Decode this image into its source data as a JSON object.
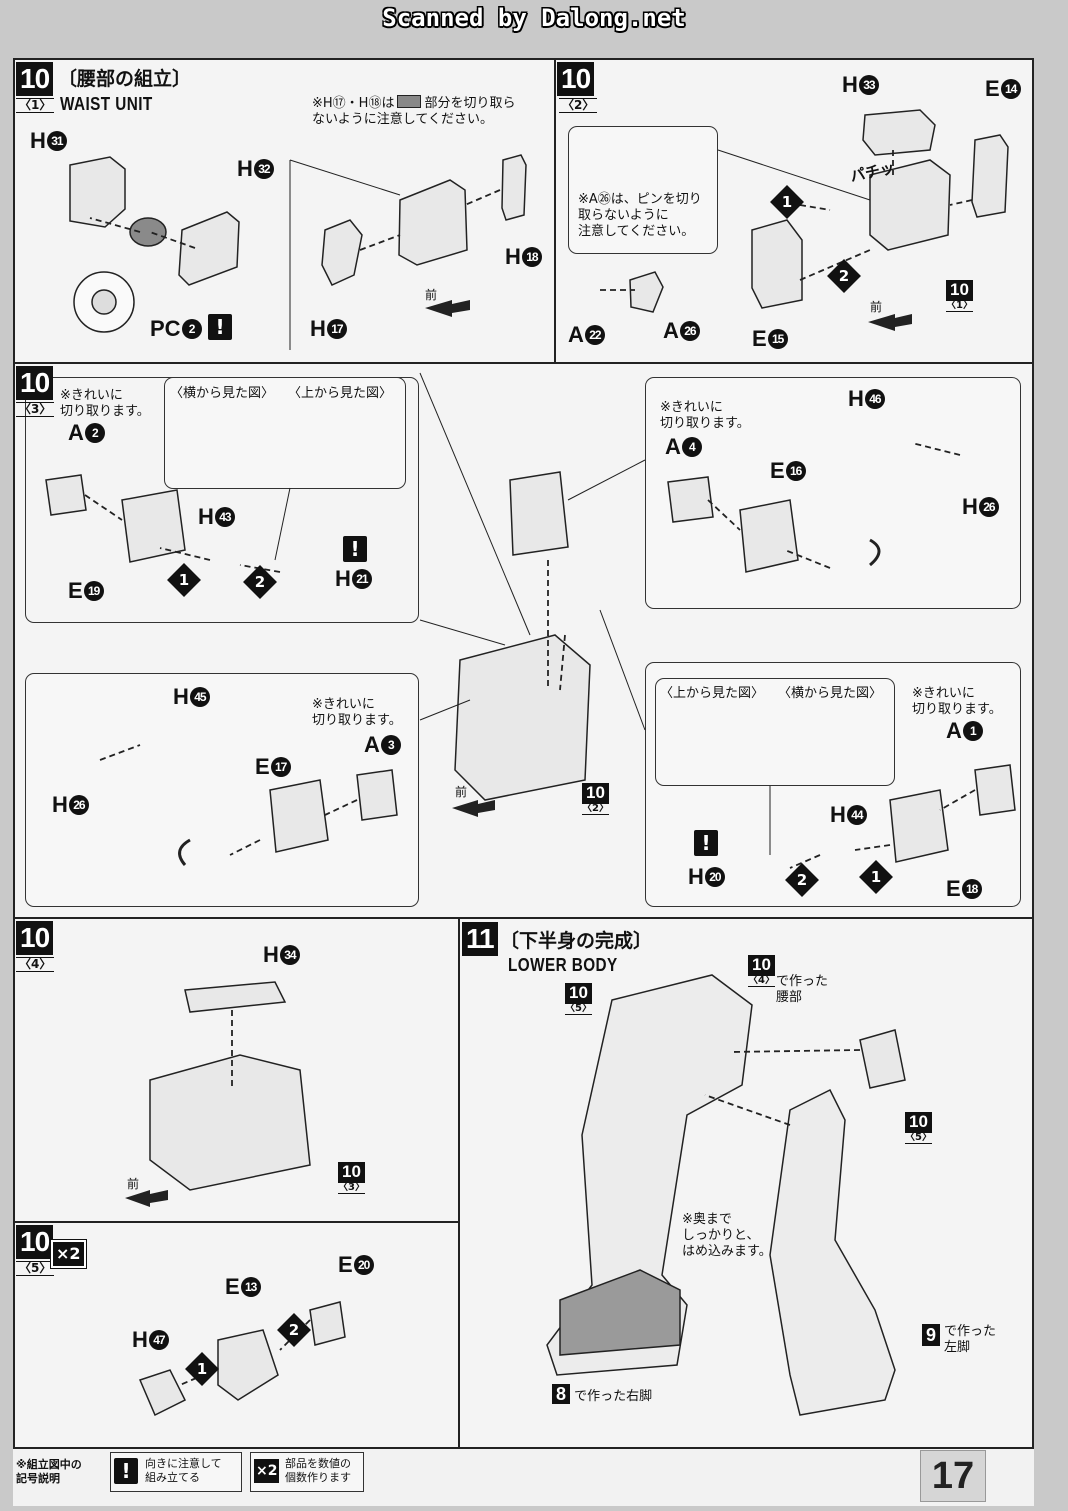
{
  "header": {
    "scanned_by": "Scanned by Dalong.net"
  },
  "page_number": "17",
  "step_10_1": {
    "step_number": "10",
    "sub": "〈1〉",
    "title_jp": "〔腰部の組立〕",
    "title_en": "WAIST UNIT",
    "parts": {
      "h31": "H",
      "h31n": "31",
      "h32": "H",
      "h32n": "32",
      "pc2": "PC",
      "pc2n": "2",
      "h17": "H",
      "h17n": "17",
      "h18": "H",
      "h18n": "18"
    },
    "note": [
      "※H⑰・H⑱は",
      "部分を切り取ら",
      "ないように注意してください。"
    ],
    "front": "前"
  },
  "step_10_2": {
    "step_number": "10",
    "sub": "〈2〉",
    "note": [
      "※A㉖は、ピンを切り",
      "取らないように",
      "注意してください。"
    ],
    "parts": {
      "h33": "H",
      "h33n": "33",
      "e14": "E",
      "e14n": "14",
      "e15": "E",
      "e15n": "15",
      "a22": "A",
      "a22n": "22",
      "a26": "A",
      "a26n": "26"
    },
    "sound": "パチッ",
    "order1": "1",
    "order2": "2",
    "ref": {
      "num": "10",
      "sub": "〈1〉"
    },
    "front": "前"
  },
  "step_10_3": {
    "step_number": "10",
    "sub": "〈3〉",
    "note_clean": [
      "※きれいに",
      "切り取ります。"
    ],
    "view_side": "〈横から見た図〉",
    "view_top": "〈上から見た図〉",
    "parts": {
      "a2": "A",
      "a2n": "2",
      "h43": "H",
      "h43n": "43",
      "h21": "H",
      "h21n": "21",
      "e19": "E",
      "e19n": "19",
      "a4": "A",
      "a4n": "4",
      "h46": "H",
      "h46n": "46",
      "e16": "E",
      "e16n": "16",
      "h26a": "H",
      "h26an": "26",
      "h45": "H",
      "h45n": "45",
      "h26b": "H",
      "h26bn": "26",
      "e17": "E",
      "e17n": "17",
      "a3": "A",
      "a3n": "3",
      "a1": "A",
      "a1n": "1",
      "h44": "H",
      "h44n": "44",
      "h20": "H",
      "h20n": "20",
      "e18": "E",
      "e18n": "18"
    },
    "ref": {
      "num": "10",
      "sub": "〈2〉"
    },
    "front": "前",
    "order1": "1",
    "order2": "2"
  },
  "step_10_4": {
    "step_number": "10",
    "sub": "〈4〉",
    "parts": {
      "h34": "H",
      "h34n": "34"
    },
    "ref": {
      "num": "10",
      "sub": "〈3〉"
    },
    "front": "前"
  },
  "step_10_5": {
    "step_number": "10",
    "sub": "〈5〉",
    "multiplier": "×2",
    "parts": {
      "e13": "E",
      "e13n": "13",
      "e20": "E",
      "e20n": "20",
      "h47": "H",
      "h47n": "47"
    },
    "order1": "1",
    "order2": "2"
  },
  "step_11": {
    "step_number": "11",
    "title_jp": "〔下半身の完成〕",
    "title_en": "LOWER BODY",
    "ref_10_4": {
      "num": "10",
      "sub": "〈4〉",
      "text": [
        "で作った",
        "腰部"
      ]
    },
    "ref_10_5a": {
      "num": "10",
      "sub": "〈5〉"
    },
    "ref_10_5b": {
      "num": "10",
      "sub": "〈5〉"
    },
    "note": [
      "※奥まで",
      "しっかりと、",
      "はめ込みます。"
    ],
    "ref_8": {
      "num": "8",
      "text": "で作った右脚"
    },
    "ref_9": {
      "num": "9",
      "text": [
        "で作った",
        "左脚"
      ]
    }
  },
  "legend": {
    "title": [
      "※組立図中の",
      "記号説明"
    ],
    "warn_icon": "!",
    "warn_text": [
      "向きに注意して",
      "組み立てる"
    ],
    "mult_icon": "×2",
    "mult_text": [
      "部品を数値の",
      "個数作ります"
    ]
  }
}
